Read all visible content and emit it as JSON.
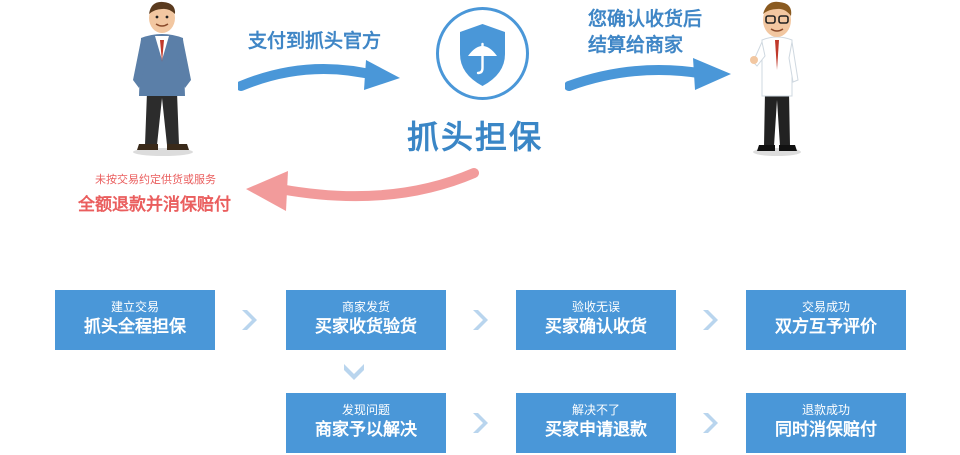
{
  "top": {
    "step1": "支付到抓头官方",
    "step2_line1": "您确认收货后",
    "step2_line2": "结算给商家",
    "center_title": "抓头担保",
    "refund_small": "未按交易约定供货或服务",
    "refund_big": "全额退款并消保赔付"
  },
  "flow_row1": [
    {
      "sub": "建立交易",
      "main": "抓头全程担保"
    },
    {
      "sub": "商家发货",
      "main": "买家收货验货"
    },
    {
      "sub": "验收无误",
      "main": "买家确认收货"
    },
    {
      "sub": "交易成功",
      "main": "双方互予评价"
    }
  ],
  "flow_row2": [
    {
      "sub": "发现问题",
      "main": "商家予以解决"
    },
    {
      "sub": "解决不了",
      "main": "买家申请退款"
    },
    {
      "sub": "退款成功",
      "main": "同时消保赔付"
    }
  ],
  "colors": {
    "blue": "#4a97d8",
    "title_blue": "#3a86c6",
    "refund_red": "#ea5e5e",
    "chevron": "#b9d5ee"
  },
  "icons": {
    "shield": "umbrella-shield-icon",
    "buyer": "buyer-figure",
    "seller": "seller-figure"
  }
}
